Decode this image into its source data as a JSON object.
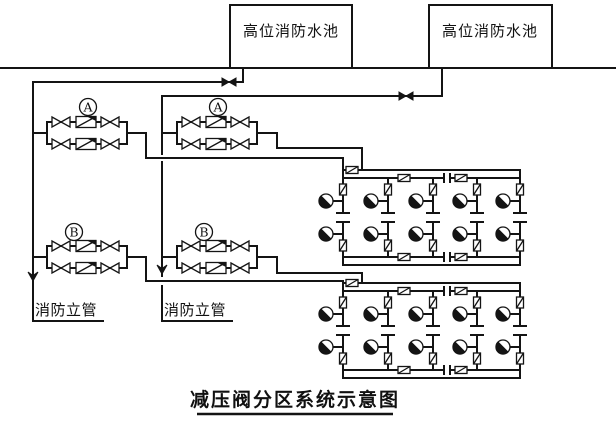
{
  "title": {
    "text": "减压阀分区系统示意图"
  },
  "tanks": [
    {
      "label": "高位消防水池"
    },
    {
      "label": "高位消防水池"
    }
  ],
  "zone_tags": [
    {
      "label": "A"
    },
    {
      "label": "A"
    },
    {
      "label": "B"
    },
    {
      "label": "B"
    }
  ],
  "riser_labels": [
    {
      "label": "消防立管"
    },
    {
      "label": "消防立管"
    }
  ],
  "symbols": {
    "gate_valve": "bowtie-valve-icon",
    "pressure_reducing_valve": "prv-icon",
    "butterfly_valve": "slash-rect-valve-icon",
    "fire_hydrant": "half-filled-circle-hydrant-icon"
  },
  "colors": {
    "line": "#141414",
    "background": "#ffffff"
  }
}
